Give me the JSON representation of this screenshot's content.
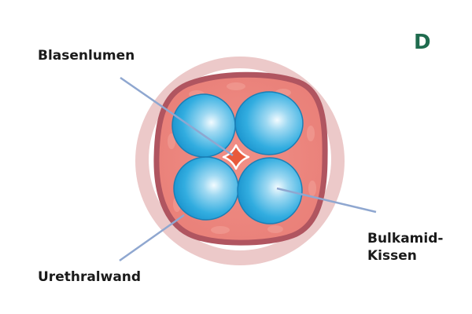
{
  "panel_letter": "D",
  "labels": {
    "bladder_lumen": "Blasenlumen",
    "urethral_wall": "Urethralwand",
    "bulkamid_line1": "Bulkamid-",
    "bulkamid_line2": "Kissen"
  },
  "colors": {
    "panel_letter": "#1f6b4e",
    "outer_ring": "#ecc8c8",
    "gap_white": "#ffffff",
    "wall_outline": "#b85a63",
    "tissue": "#ee8880",
    "tissue_light": "#f4a8a0",
    "cushion_dark": "#1e9fd8",
    "cushion_light": "#e8f6fc",
    "lumen": "#e8573a",
    "leader_line": "#8ea6cf"
  }
}
